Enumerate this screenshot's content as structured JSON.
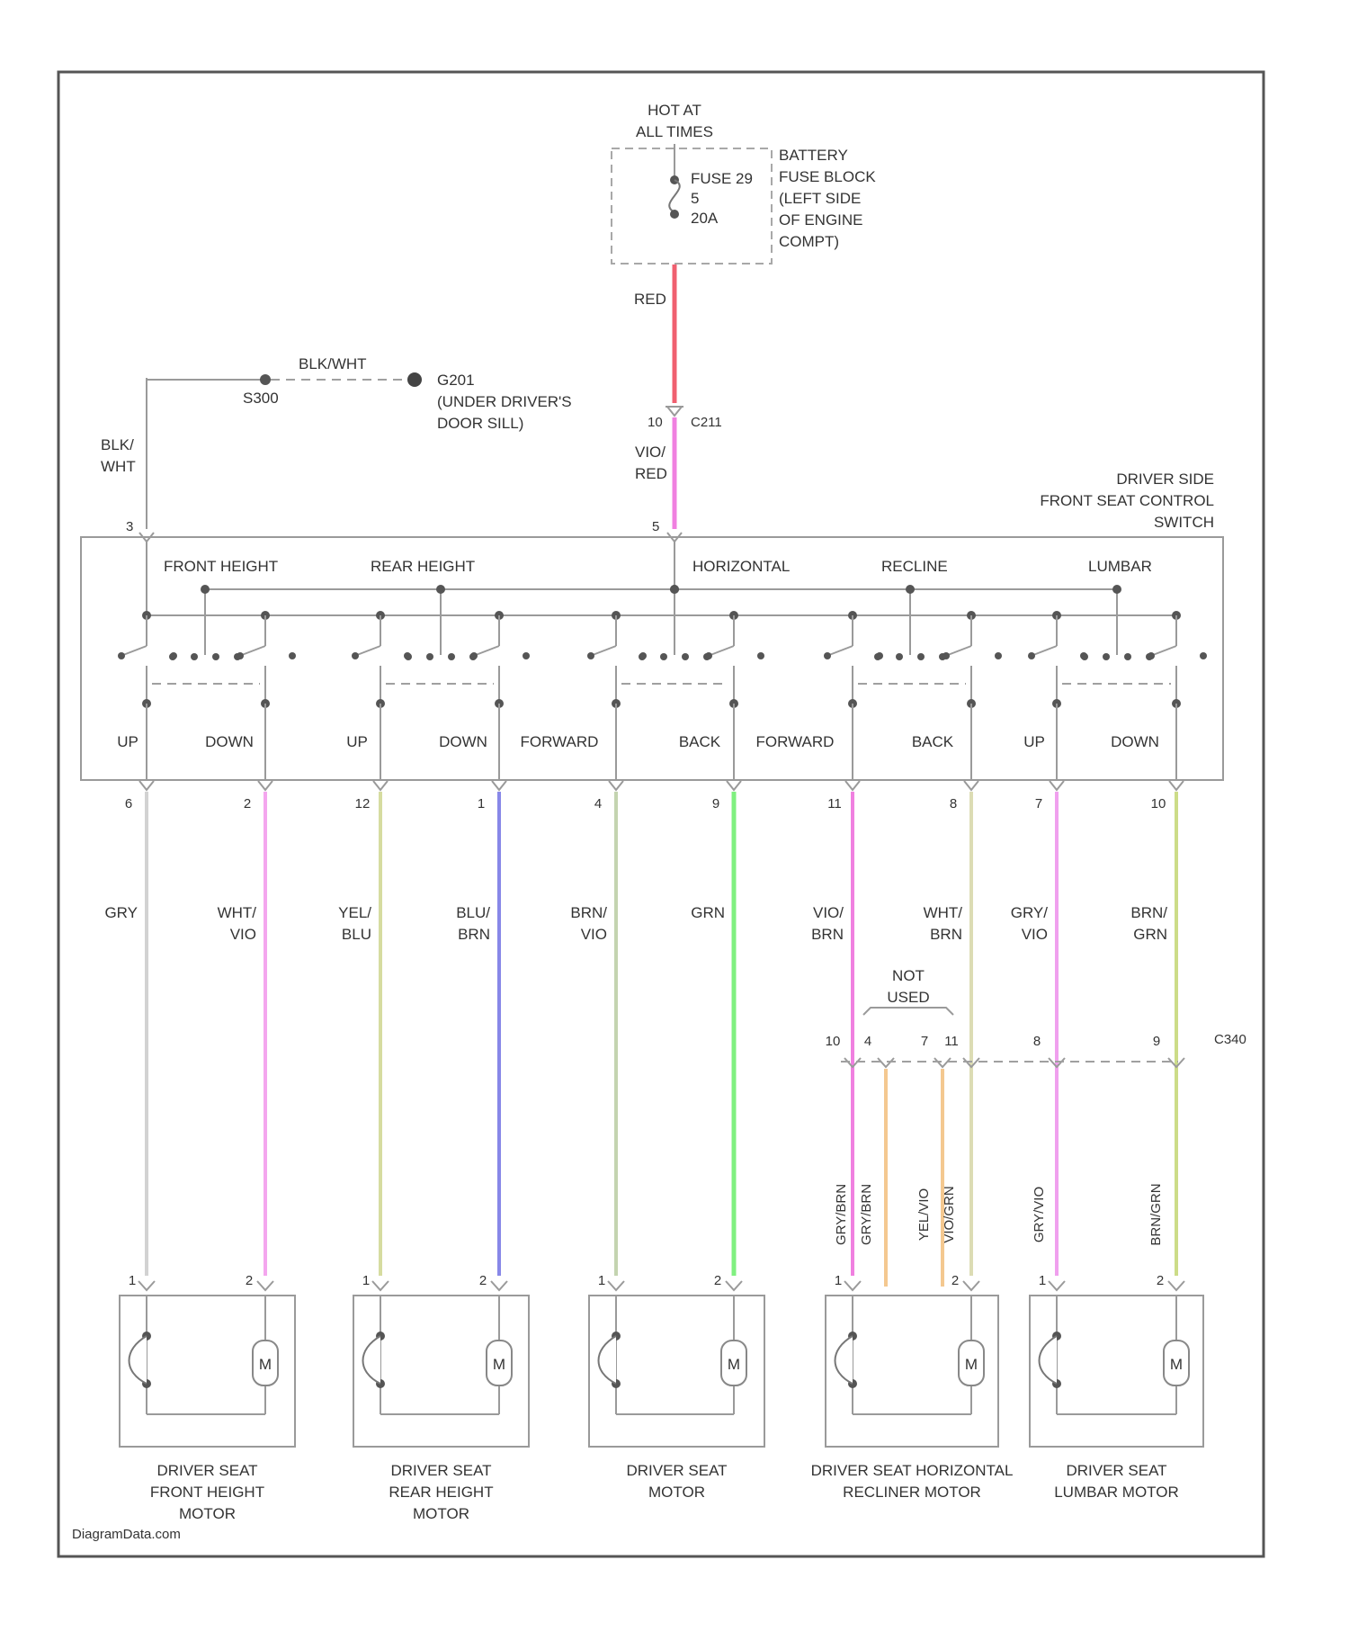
{
  "colors": {
    "RED": "#f06070",
    "VIO/RED": "#f080e0",
    "GRY": "#d2d2d2",
    "WHT/VIO": "#f4a6ee",
    "YEL/BLU": "#d6dca0",
    "BLU/BRN": "#8888e8",
    "BRN/VIO": "#c4d4b0",
    "GRN": "#80f080",
    "VIO/BRN": "#f080e0",
    "WHT/BRN": "#dcdcb4",
    "GRY/VIO": "#f0a0ee",
    "BRN/GRN": "#ccdc88",
    "ORG": "#f4c890",
    "VIO2": "#f070d0",
    "BLK/WHT": "#b8b8b8"
  },
  "power": {
    "hot_label": [
      "HOT AT",
      "ALL TIMES"
    ],
    "fuse_label": [
      "FUSE 29",
      "5",
      "20A"
    ],
    "fuse_box_label": [
      "BATTERY",
      "FUSE BLOCK",
      "(LEFT SIDE",
      "OF ENGINE",
      "COMPT)"
    ],
    "wire_color_label": "RED",
    "connector_pin": "10",
    "connector_id": "C211",
    "wire2_label": [
      "VIO/",
      "RED"
    ]
  },
  "ground": {
    "wire_label": "BLK/WHT",
    "splice_id": "S300",
    "ground_id": "G201",
    "ground_desc": [
      "(UNDER DRIVER'S",
      "DOOR SILL)"
    ],
    "vert_wire_label": [
      "BLK/",
      "WHT"
    ]
  },
  "switch": {
    "title": [
      "DRIVER SIDE",
      "FRONT SEAT CONTROL",
      "SWITCH"
    ],
    "top_pin_left": "3",
    "top_pin_mid": "5",
    "sections": [
      "FRONT HEIGHT",
      "REAR HEIGHT",
      "HORIZONTAL",
      "RECLINE",
      "LUMBAR"
    ],
    "positions": [
      "UP",
      "DOWN",
      "UP",
      "DOWN",
      "FORWARD",
      "BACK",
      "FORWARD",
      "BACK",
      "UP",
      "DOWN"
    ]
  },
  "wires": [
    {
      "pin": "6",
      "label": [
        "GRY",
        ""
      ]
    },
    {
      "pin": "2",
      "label": [
        "WHT/",
        "VIO"
      ]
    },
    {
      "pin": "12",
      "label": [
        "YEL/",
        "BLU"
      ]
    },
    {
      "pin": "1",
      "label": [
        "BLU/",
        "BRN"
      ]
    },
    {
      "pin": "4",
      "label": [
        "BRN/",
        "VIO"
      ]
    },
    {
      "pin": "9",
      "label": [
        "GRN",
        ""
      ]
    },
    {
      "pin": "11",
      "label": [
        "VIO/",
        "BRN"
      ]
    },
    {
      "pin": "8",
      "label": [
        "WHT/",
        "BRN"
      ]
    },
    {
      "pin": "7",
      "label": [
        "GRY/",
        "VIO"
      ]
    },
    {
      "pin": "10",
      "label": [
        "BRN/",
        "GRN"
      ]
    }
  ],
  "connector2": {
    "id": "C340",
    "not_used": [
      "NOT",
      "USED"
    ],
    "pins": [
      "10",
      "4",
      "7",
      "11",
      "8",
      "9"
    ]
  },
  "lower_wires": [
    "GRY/BRN",
    "GRY/BRN",
    "YEL/VIO",
    "VIO/GRN",
    "GRY/VIO",
    "BRN/GRN"
  ],
  "motors": [
    {
      "name": [
        "DRIVER SEAT",
        "FRONT HEIGHT",
        "MOTOR"
      ],
      "pins": [
        "1",
        "2"
      ]
    },
    {
      "name": [
        "DRIVER SEAT",
        "REAR HEIGHT",
        "MOTOR"
      ],
      "pins": [
        "1",
        "2"
      ]
    },
    {
      "name": [
        "DRIVER SEAT",
        "MOTOR",
        ""
      ],
      "pins": [
        "1",
        "2"
      ]
    },
    {
      "name": [
        "DRIVER SEAT HORIZONTAL",
        "RECLINER MOTOR",
        ""
      ],
      "pins": [
        "1",
        "2"
      ]
    },
    {
      "name": [
        "DRIVER SEAT",
        "LUMBAR MOTOR",
        ""
      ],
      "pins": [
        "1",
        "2"
      ]
    }
  ],
  "motor_symbol": "M",
  "watermark": "DiagramData.com"
}
